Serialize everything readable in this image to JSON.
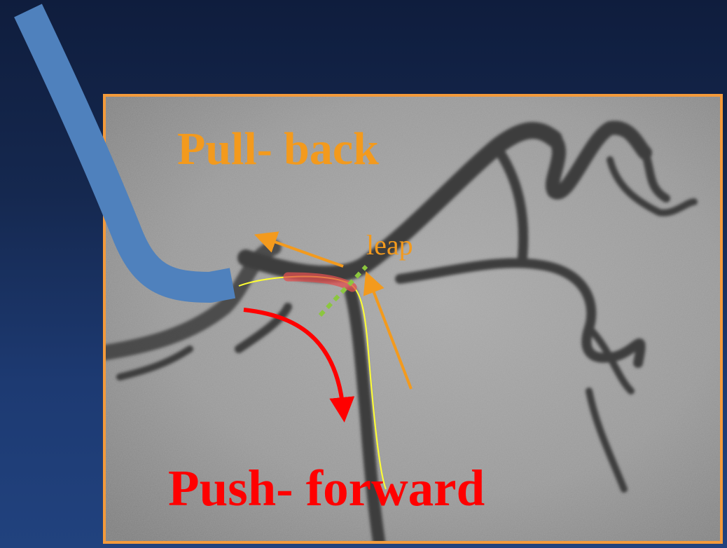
{
  "labels": {
    "pull_back": "Pull- back",
    "push_forward": "Push- forward",
    "leap": "leap"
  },
  "colors": {
    "background_top": "#0f1d3d",
    "background_bottom": "#21427e",
    "frame_border": "#f39a3b",
    "catheter": "#4f81bd",
    "guidewire": "#ffff33",
    "pull_arrow": "#f39a1d",
    "push_arrow": "#ff0000",
    "lesion_mark": "#e05050",
    "leap_line": "#8cc63f"
  },
  "elements": {
    "image": "coronary-angiogram",
    "catheter": "guiding-catheter",
    "wire": "guidewire"
  }
}
